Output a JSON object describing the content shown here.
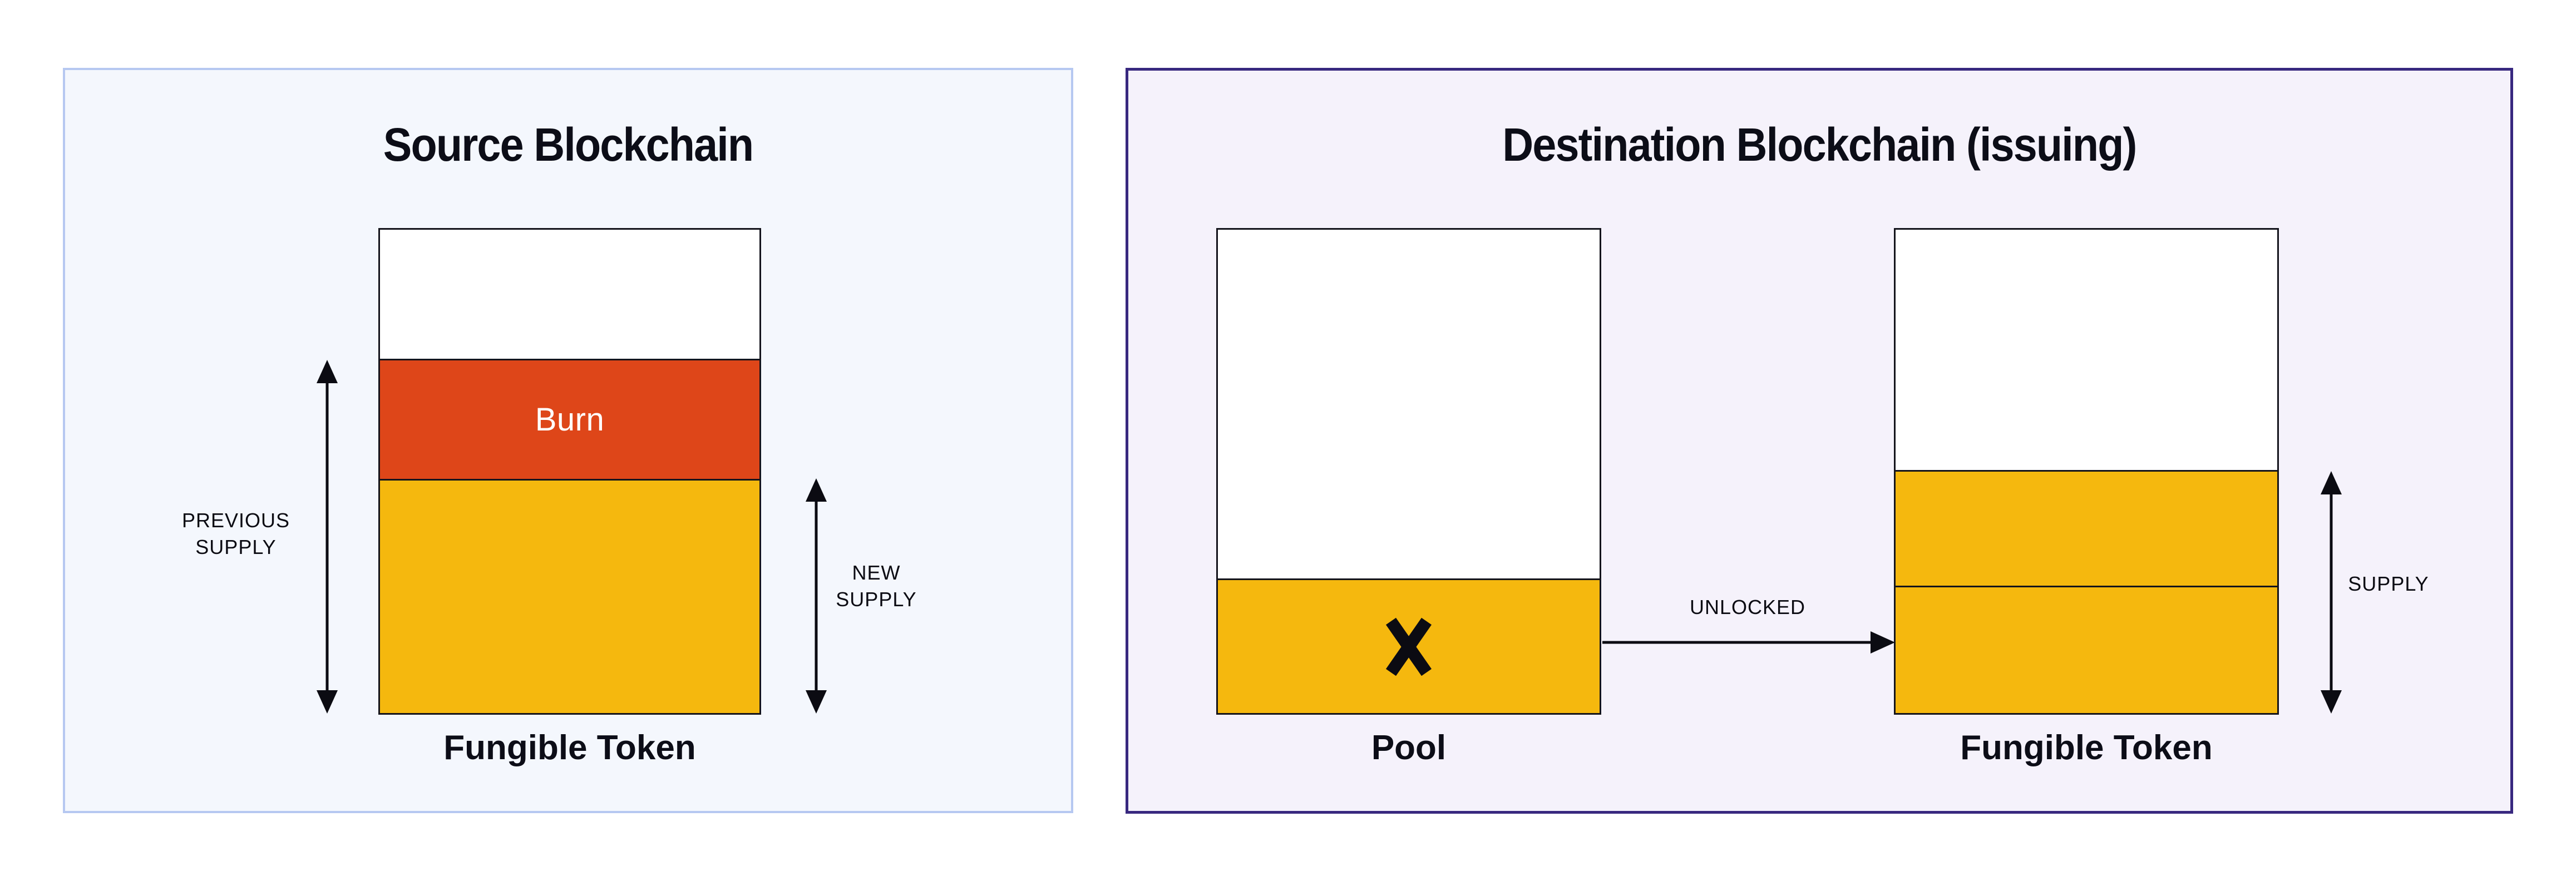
{
  "colors": {
    "page_bg": "#ffffff",
    "source_panel_bg": "#f4f7fd",
    "source_panel_border": "#b6c8f1",
    "destination_panel_bg": "#f5f2fb",
    "destination_panel_border": "#38287f",
    "bar_outline": "#14141c",
    "bar_empty_fill": "#ffffff",
    "burn_fill": "#de4619",
    "supply_fill": "#f5b80e",
    "title_text": "#0c0d17",
    "burn_text": "#ffffff",
    "label_text": "#0b0b12"
  },
  "source_panel": {
    "title": "Source Blockchain",
    "bar": {
      "burn_label": "Burn",
      "caption": "Fungible Token"
    },
    "previous_supply": {
      "line1": "PREVIOUS",
      "line2": "SUPPLY"
    },
    "new_supply": {
      "line1": "NEW",
      "line2": "SUPPLY"
    }
  },
  "destination_panel": {
    "title": "Destination Blockchain (issuing)",
    "pool": {
      "caption": "Pool"
    },
    "token": {
      "caption": "Fungible Token"
    },
    "unlocked_label": "UNLOCKED",
    "supply_label": "SUPPLY"
  }
}
